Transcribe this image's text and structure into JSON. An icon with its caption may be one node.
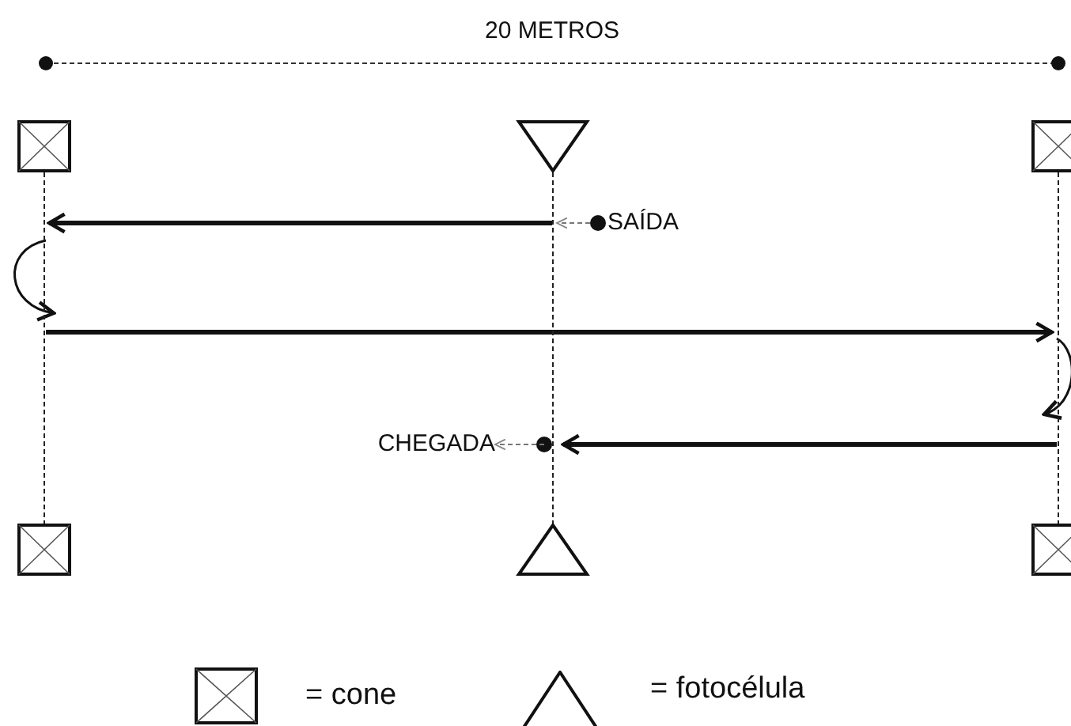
{
  "diagram": {
    "nodes": [
      {
        "text": [],
        "shape": "box"
      },
      {
        "text": [],
        "shape": "triangle"
      },
      {
        "text": [],
        "shape": "box"
      },
      {
        "text": [
          "SAÍDA"
        ]
      },
      {
        "text": [
          "CHEGADA"
        ]
      },
      {
        "text": [],
        "shape": "box"
      },
      {
        "text": [],
        "shape": "triangle"
      },
      {
        "text": [],
        "shape": "box"
      }
    ],
    "edges": [
      {
        "from": 0,
        "to": 5,
        "arrow": "none",
        "style": "dashed"
      },
      {
        "from": 1,
        "to": 6,
        "arrow": "none",
        "style": "dashed"
      },
      {
        "from": 2,
        "to": 7,
        "arrow": "none",
        "style": "dashed"
      },
      {
        "from": 3,
        "to": null,
        "arrow": "to",
        "style": "dashed"
      },
      {
        "from": null,
        "to": 4,
        "arrow": "to",
        "style": "dashed"
      }
    ],
    "labels": [
      "20 METROS"
    ],
    "legend": [
      {
        "text": "= cone"
      },
      {
        "text": "= fotocélula"
      }
    ]
  }
}
